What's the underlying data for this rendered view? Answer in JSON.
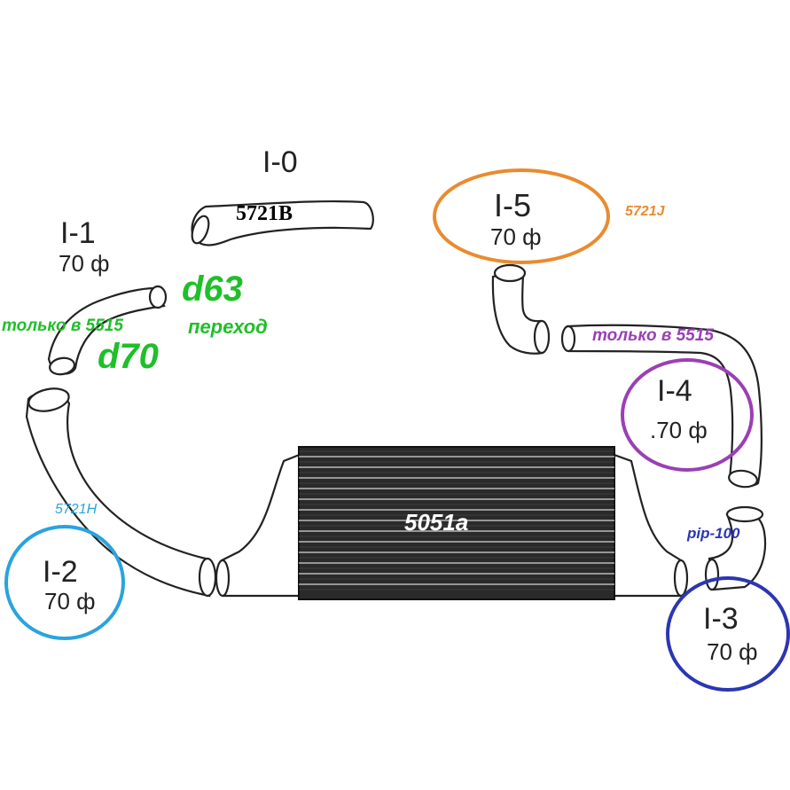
{
  "parts": {
    "i0": {
      "code": "I-0",
      "part_number": "5721B"
    },
    "i1": {
      "code": "I-1",
      "size": "70 ф"
    },
    "i2": {
      "code": "I-2",
      "size": "70 ф",
      "part_number": "5721H"
    },
    "i3": {
      "code": "I-3",
      "size": "70 ф",
      "part_number": "pip-100"
    },
    "i4": {
      "code": "I-4",
      "size": ".70 ф",
      "note": "только в 5515"
    },
    "i5": {
      "code": "I-5",
      "size": "70 ф",
      "part_number": "5721J"
    }
  },
  "annotations": {
    "d63": "d63",
    "d70": "d70",
    "perekhod": "переход",
    "only_5515_left": "только в 5515"
  },
  "intercooler": {
    "label": "5051a"
  },
  "colors": {
    "green": "#1fbf2a",
    "orange": "#e98b2f",
    "purple": "#9b3fb4",
    "light_blue": "#2aa3de",
    "dark_blue": "#2b36b3",
    "core": "#2a2a2a"
  }
}
